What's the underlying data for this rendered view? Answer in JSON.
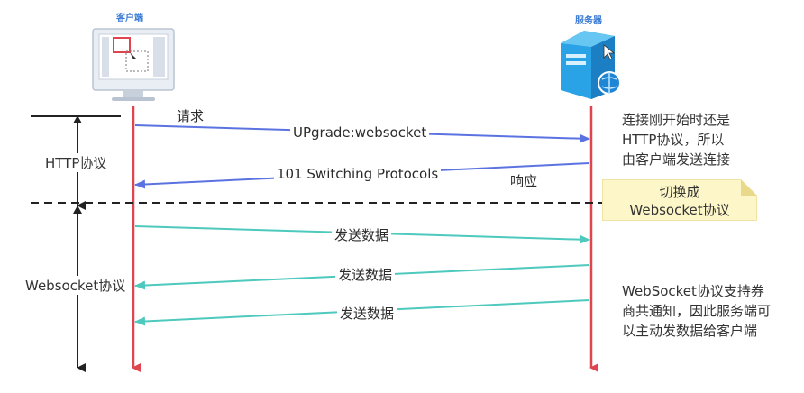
{
  "actors": {
    "client": "客户端",
    "server": "服务器"
  },
  "phases": {
    "http": "HTTP协议",
    "websocket": "Websocket协议"
  },
  "messages": [
    {
      "id": "request",
      "label": "请求"
    },
    {
      "id": "upgrade",
      "label": "UPgrade:websocket"
    },
    {
      "id": "switching",
      "label": "101 Switching Protocols"
    },
    {
      "id": "response",
      "label": "响应"
    },
    {
      "id": "send1",
      "label": "发送数据"
    },
    {
      "id": "send2",
      "label": "发送数据"
    },
    {
      "id": "send3",
      "label": "发送数据"
    }
  ],
  "notes": {
    "http_note": [
      "连接刚开始时还是",
      "HTTP协议，所以",
      "由客户端发送连接"
    ],
    "switch_note": [
      "切换成",
      "Websocket协议"
    ],
    "ws_note": [
      "WebSocket协议支持券",
      "商共通知，因此服务端可",
      "以主动发数据给客户端"
    ]
  },
  "colors": {
    "lifeline": "#e0454f",
    "http_arrow": "#5b73e0",
    "ws_arrow": "#4dc9bd",
    "phase_axis": "#222222",
    "divider": "#222222",
    "note_bg": "#fdf6c8"
  },
  "icons": {
    "client": "monitor-icon",
    "server": "server-icon"
  }
}
